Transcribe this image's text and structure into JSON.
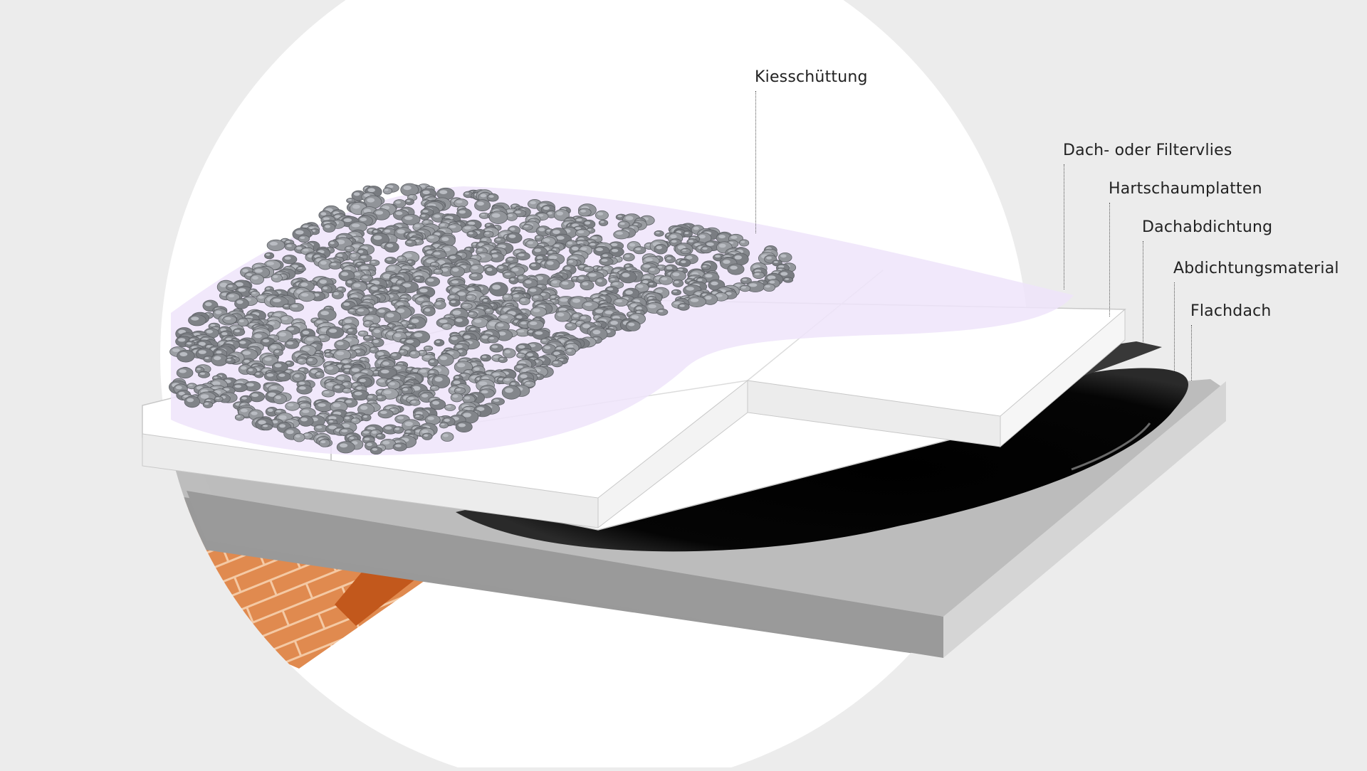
{
  "labels": {
    "gravel": "Kiesschüttung",
    "fleece": "Dach- oder Filtervlies",
    "foam_boards": "Hartschaumplatten",
    "waterproofing": "Dachabdichtung",
    "sealant": "Abdichtungsmaterial",
    "flat_roof": "Flachdach"
  },
  "colors": {
    "background": "#ececec",
    "circle": "#ffffff",
    "gravel": "#8e9196",
    "fleece": "#efe4fa",
    "foam_board": "#ffffff",
    "membrane": "#3a3a3a",
    "sealant": "#000000",
    "slab_top": "#bdbdbd",
    "slab_front": "#9a9a9a",
    "brick": "#e08a4f",
    "brick_shadow": "#c2581c"
  }
}
